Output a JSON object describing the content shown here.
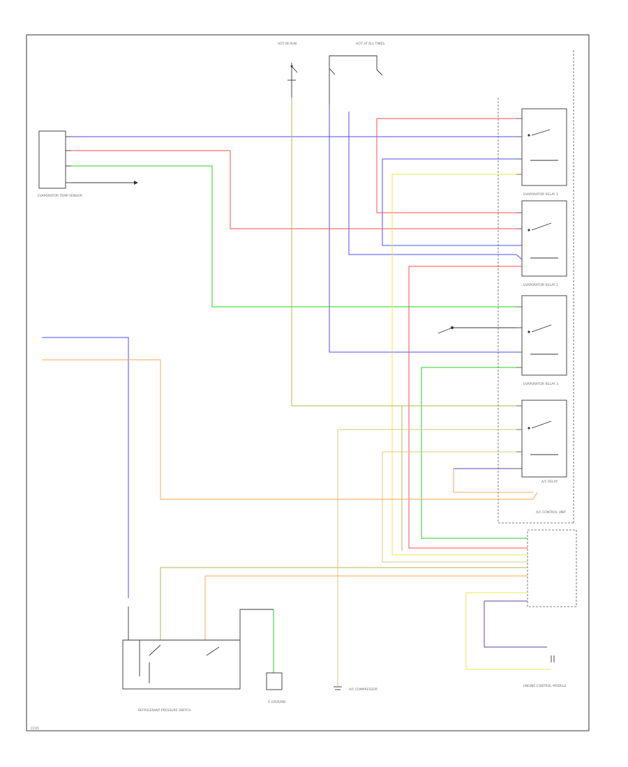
{
  "diagram": {
    "footer_code": "CC05",
    "colors": {
      "blue": "#4b4bff",
      "red": "#ff4b4b",
      "green": "#1fd21f",
      "yellow": "#e8e84a",
      "olive": "#a8a832",
      "orange": "#ffa550",
      "violet": "#6a3aa8",
      "frame": "#555555"
    },
    "components": {
      "sensor_label": "EVAPORATOR TEMP SENSOR",
      "relay1_label": "EVAPORATOR RELAY 1",
      "relay2_label": "EVAPORATOR RELAY 2",
      "relay3_label": "EVAPORATOR RELAY 3",
      "compressor_relay_label": "A/C RELAY",
      "ac_control_label": "A/C CONTROL UNIT",
      "pressure_switch_label": "REFRIGERANT PRESSURE SWITCH",
      "ground_label": "G GROUND",
      "ac_compressor_label": "A/C COMPRESSOR",
      "ecm_label": "ENGINE CONTROL MODULE",
      "fuse_left_label": "HOT IN RUN",
      "fuse_right_label": "HOT AT ALL TIMES"
    }
  }
}
